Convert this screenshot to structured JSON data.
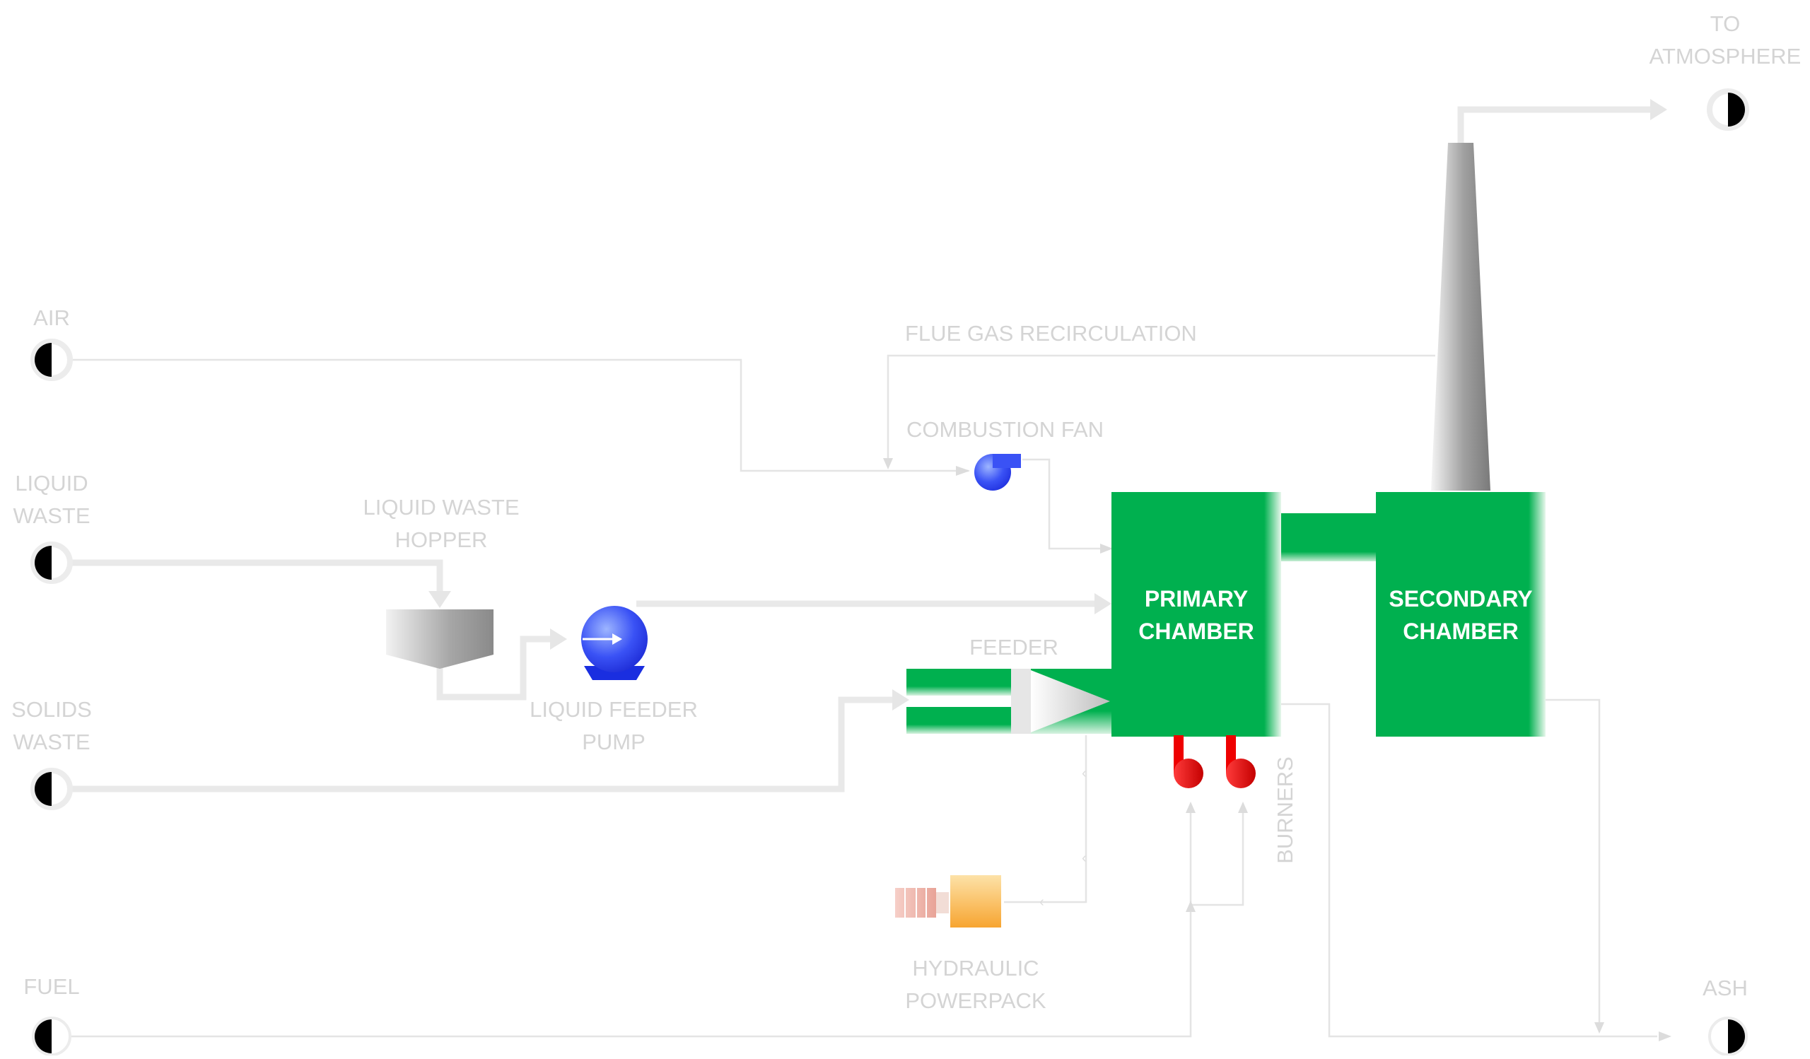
{
  "diagram": {
    "terminals": {
      "air": "AIR",
      "liquid_waste_line1": "LIQUID",
      "liquid_waste_line2": "WASTE",
      "solids_waste_line1": "SOLIDS",
      "solids_waste_line2": "WASTE",
      "fuel": "FUEL",
      "atmosphere_line1": "TO",
      "atmosphere_line2": "ATMOSPHERE",
      "ash": "ASH"
    },
    "equipment": {
      "hopper_line1": "LIQUID WASTE",
      "hopper_line2": "HOPPER",
      "pump_line1": "LIQUID FEEDER",
      "pump_line2": "PUMP",
      "combustion_fan": "COMBUSTION FAN",
      "flue_gas_recirculation": "FLUE GAS RECIRCULATION",
      "feeder": "FEEDER",
      "powerpack_line1": "HYDRAULIC",
      "powerpack_line2": "POWERPACK",
      "burners": "BURNERS",
      "primary_chamber_line1": "PRIMARY",
      "primary_chamber_line2": "CHAMBER",
      "secondary_chamber_line1": "SECONDARY",
      "secondary_chamber_line2": "CHAMBER"
    },
    "colors": {
      "chamber": "#00b04f",
      "pipe": "#e9e9e9",
      "label": "#d4d4d4",
      "pump": "#2a3df5",
      "burner": "#ee0000",
      "powerpack": "#f7a531"
    }
  }
}
